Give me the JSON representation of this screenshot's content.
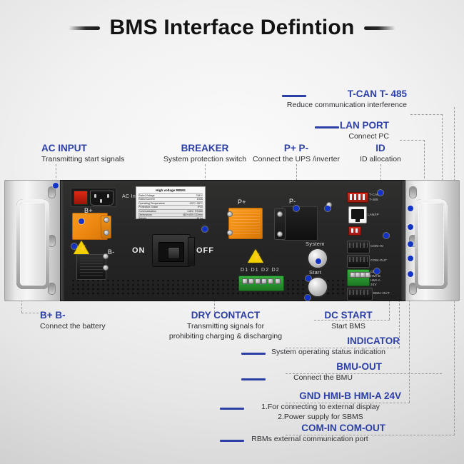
{
  "title": {
    "text": "BMS Interface Defintion",
    "accent_blue": "#2c3fa6",
    "dot_blue": "#1233c4"
  },
  "callouts": {
    "ac_input": {
      "head": "AC INPUT",
      "sub": "Transmitting start signals"
    },
    "breaker": {
      "head": "BREAKER",
      "sub": "System protection switch"
    },
    "pplus_pminus": {
      "head": "P+ P-",
      "sub": "Connect the UPS /inverter"
    },
    "id": {
      "head": "ID",
      "sub": "ID allocation"
    },
    "tcan_t485": {
      "head": "T-CAN T- 485",
      "sub": "Reduce communication interference"
    },
    "lan_port": {
      "head": "LAN PORT",
      "sub": "Connect PC"
    },
    "b_terminals": {
      "head": "B+ B-",
      "sub": "Connect the battery"
    },
    "dry_contact": {
      "head": "DRY CONTACT",
      "sub_line1": "Transmitting signals for",
      "sub_line2": "prohibiting charging & discharging"
    },
    "dc_start": {
      "head": "DC START",
      "sub": "Start BMS"
    },
    "indicator": {
      "head": "INDICATOR",
      "sub": "System operating status indication"
    },
    "bmu_out": {
      "head": "BMU-OUT",
      "sub": "Connect the BMU"
    },
    "gnd_hmi": {
      "head": "GND HMI-B HMI-A 24V",
      "sub_line1": "1.For connecting to external display",
      "sub_line2": "2.Power supply for SBMS"
    },
    "com_in_out": {
      "head": "COM-IN COM-OUT",
      "sub": "RBMs external communication port"
    }
  },
  "device": {
    "panel_marks": {
      "ac_input_silk": "AC Input",
      "b_plus": "B+",
      "b_minus": "B-",
      "breaker_on": "ON",
      "breaker_off": "OFF",
      "p_plus": "P+",
      "p_minus": "P-",
      "dry_contact_pins": "D1 D1 D2 D2",
      "system_button": "System",
      "start_button": "Start"
    },
    "port_labels": {
      "lan": "LAN/IP",
      "com_in": "COM-IN",
      "com_out": "COM-OUT",
      "bmu_out": "BMU-OUT",
      "hmi_1": "GND",
      "hmi_2": "HMI-B",
      "hmi_3": "HMI-A",
      "hmi_4": "24V",
      "tcan": "T-CAN",
      "t485": "T-485"
    },
    "spec_plate": {
      "title": "High voltage RBMS",
      "rows": [
        {
          "k": "Rated Voltage",
          "v": "768 V"
        },
        {
          "k": "Rated Current",
          "v": "100A"
        },
        {
          "k": "Operating Temperature",
          "v": "-20°C~55°C"
        },
        {
          "k": "Protection Grade",
          "v": "IP20"
        },
        {
          "k": "Communication",
          "v": "CAN / RS485"
        },
        {
          "k": "Dimensions",
          "v": "482×400×132mm"
        },
        {
          "k": "Weight",
          "v": "15 kg"
        }
      ]
    },
    "warning_icon": "high-voltage-warning"
  }
}
